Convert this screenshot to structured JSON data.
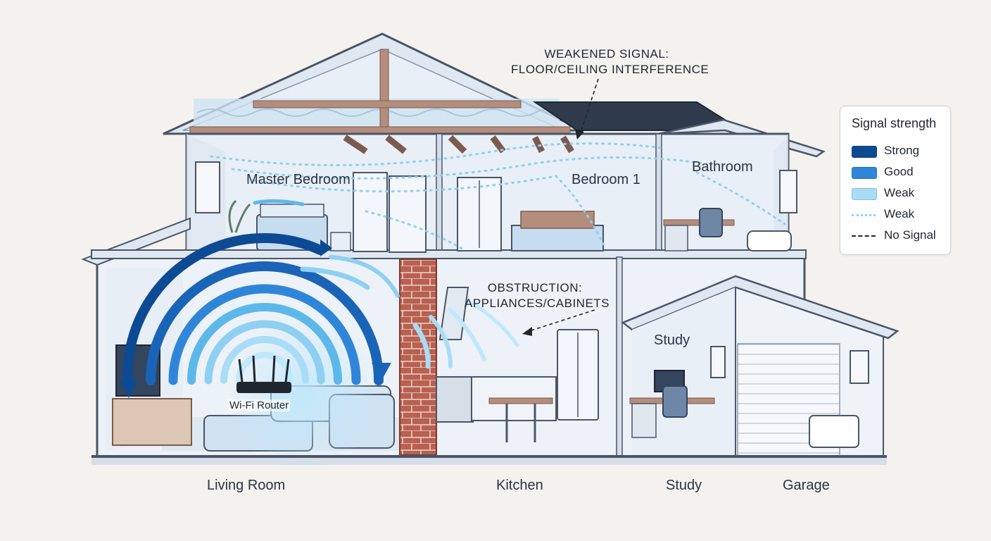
{
  "rooms": {
    "master_bedroom": "Master Bedroom",
    "bedroom_1": "Bedroom 1",
    "bathroom": "Bathroom",
    "study_upper": "Study",
    "living_room": "Living Room",
    "kitchen": "Kitchen",
    "study_lower": "Study",
    "garage": "Garage"
  },
  "router": {
    "label": "Wi-Fi Router"
  },
  "annotations": {
    "weakened_line1": "WEAKENED SIGNAL:",
    "weakened_line2": "FLOOR/CEILING INTERFERENCE",
    "obstruction_line1": "OBSTRUCTION:",
    "obstruction_line2": "APPLIANCES/CABINETS"
  },
  "legend": {
    "title": "Signal strength",
    "items": [
      {
        "label": "Strong",
        "style": "swatch",
        "color": "#0d4a94"
      },
      {
        "label": "Good",
        "style": "swatch",
        "color": "#2f86d8"
      },
      {
        "label": "Weak",
        "style": "swatch",
        "color": "#a9dcf7"
      },
      {
        "label": "Weak",
        "style": "dotted",
        "color": "#8fd0ee"
      },
      {
        "label": "No Signal",
        "style": "dashed",
        "color": "#1f2630"
      }
    ]
  },
  "colors": {
    "strong": "#0d4a94",
    "good": "#2f86d8",
    "weak": "#a9dcf7",
    "outline": "#4a5568",
    "wall": "#e6edf5",
    "brick": "#b5584a"
  }
}
